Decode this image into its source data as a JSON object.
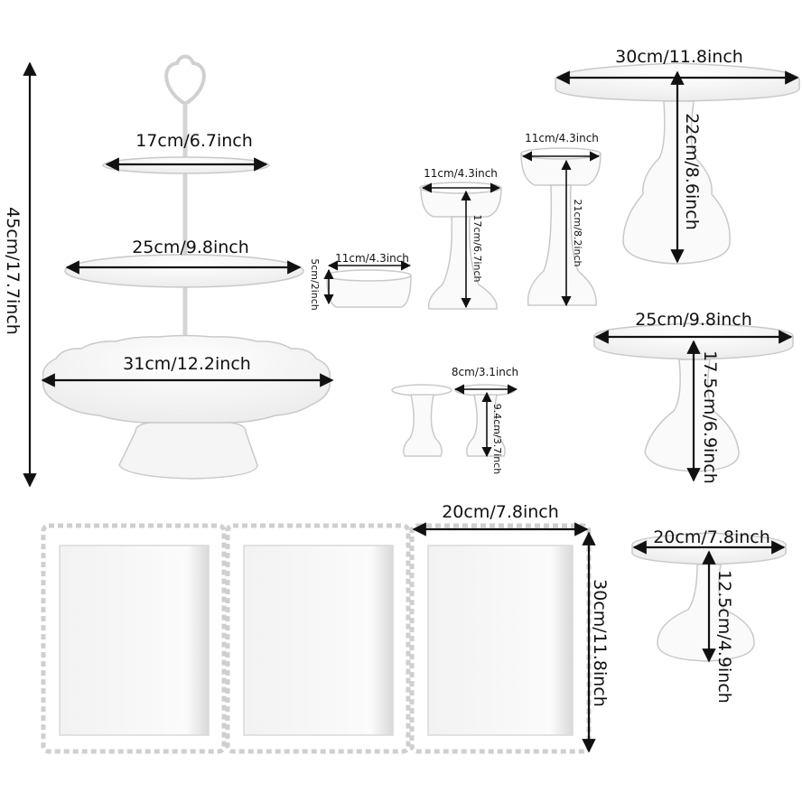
{
  "labels": {
    "tower_height": "45cm/17.7inch",
    "tier_top": "17cm/6.7inch",
    "tier_mid": "25cm/9.8inch",
    "tier_bottom": "31cm/12.2inch",
    "bowl_width": "11cm/4.3inch",
    "bowl_height": "5cm/2inch",
    "cup_a_width": "11cm/4.3inch",
    "cup_a_height": "17cm/6.7inch",
    "cup_b_width": "11cm/4.3inch",
    "cup_b_height": "21cm/8.2inch",
    "mini_width": "8cm/3.1inch",
    "mini_height": "9.4cm/3.7inch",
    "stand_large_width": "30cm/11.8inch",
    "stand_large_height": "22cm/8.6inch",
    "stand_medium_width": "25cm/9.8inch",
    "stand_medium_height": "17.5cm/6.9inch",
    "stand_small_width": "20cm/7.8inch",
    "stand_small_height": "12.5cm/4.9inch",
    "tray_width": "20cm/7.8inch",
    "tray_height": "30cm/11.8inch"
  },
  "colors": {
    "product": "#ffffff",
    "outline": "#c9c9c9",
    "shade": "#e6e6e6",
    "arrow": "#111111"
  }
}
